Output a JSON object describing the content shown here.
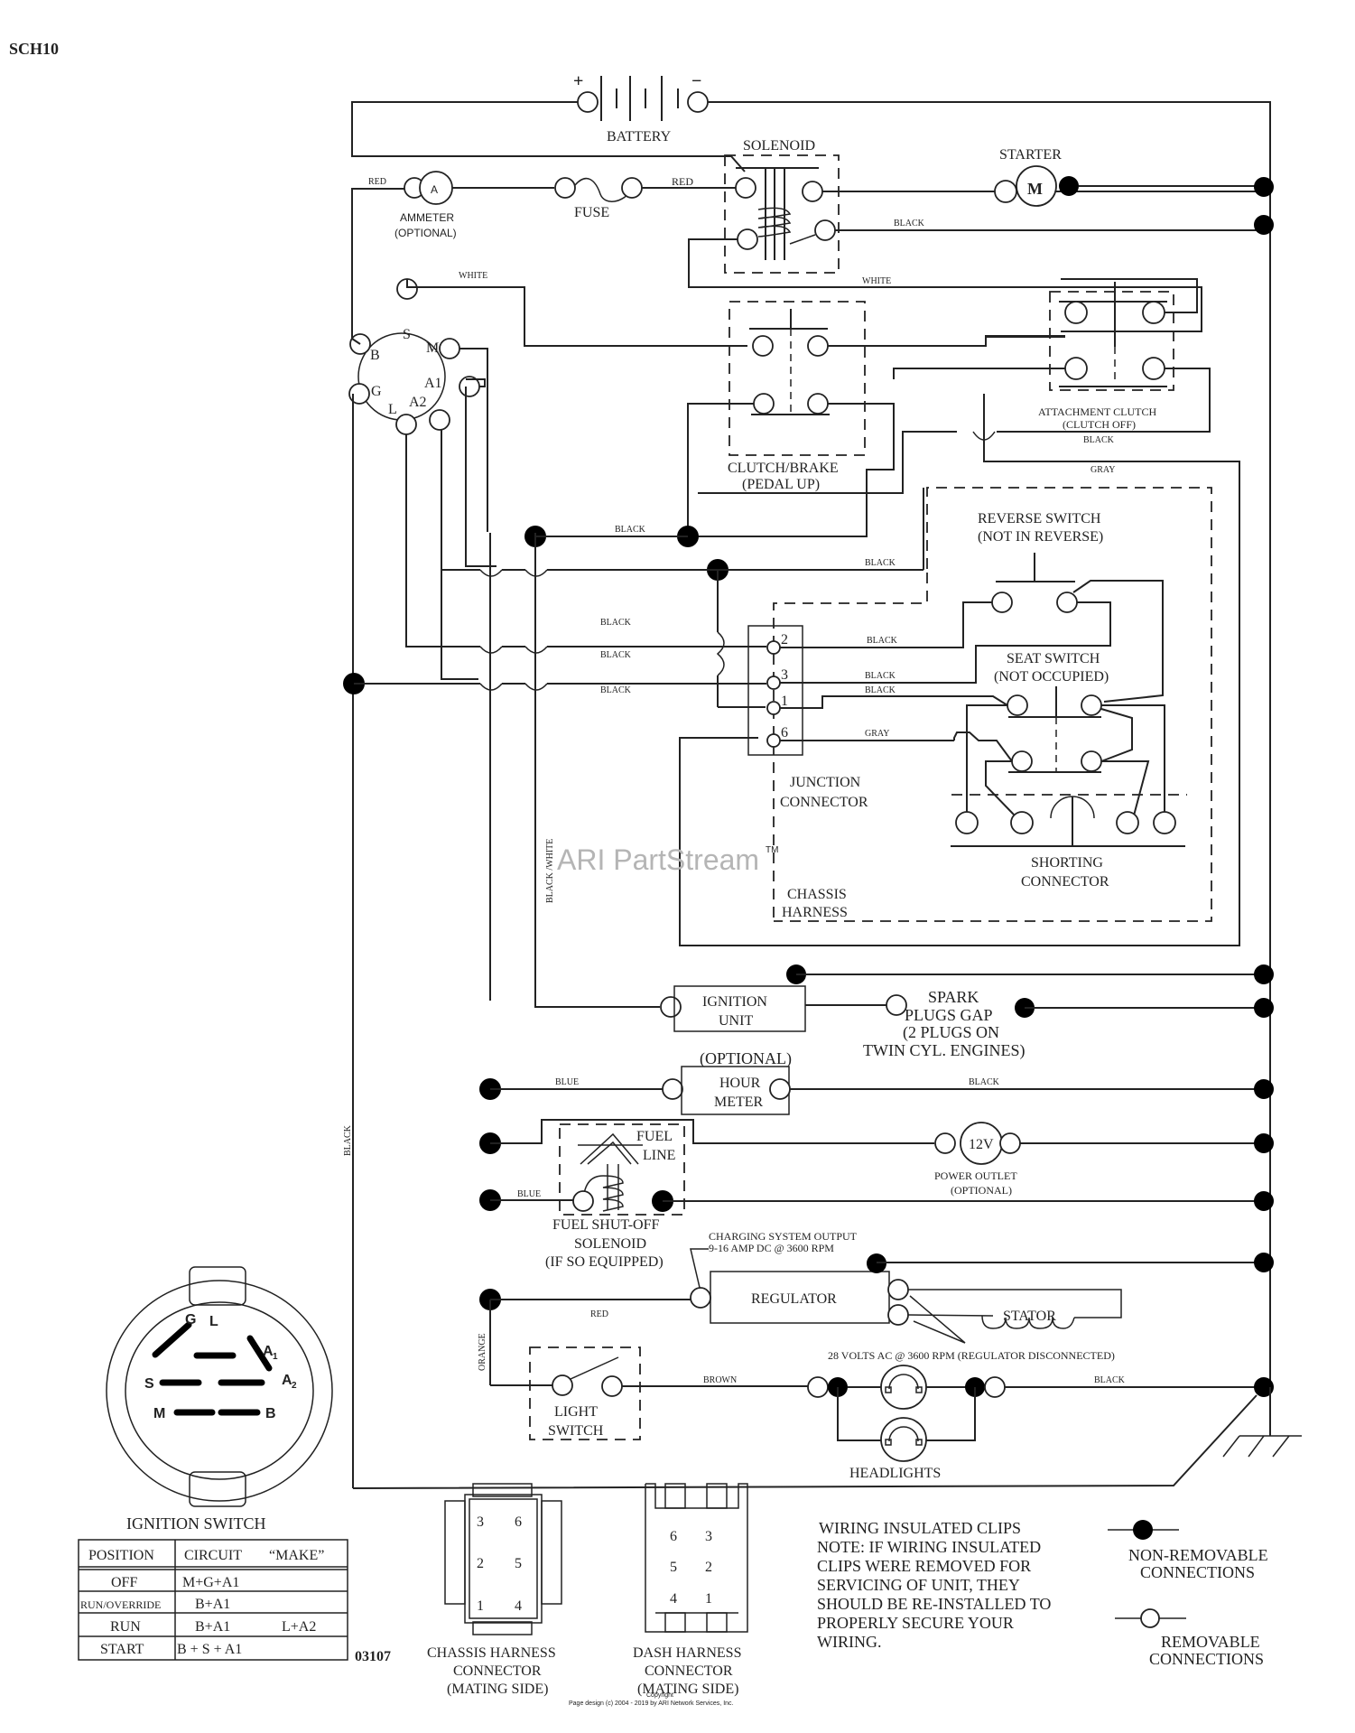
{
  "page": {
    "code": "SCH10",
    "drawing_number": "03107",
    "watermark": "ARI PartStream",
    "watermark_tm": "TM",
    "copyright_line1": "Copyright",
    "copyright_line2": "Page design (c) 2004 - 2019 by ARI Network Services, Inc."
  },
  "components": {
    "battery": {
      "label": "BATTERY",
      "plus": "+",
      "minus": "−"
    },
    "solenoid": {
      "label": "SOLENOID"
    },
    "starter": {
      "label": "STARTER",
      "symbol": "M"
    },
    "ammeter": {
      "label": "AMMETER",
      "sub": "(OPTIONAL)",
      "symbol": "A"
    },
    "fuse": {
      "label": "FUSE"
    },
    "ignition_switch_terminals": {
      "S": "S",
      "B": "B",
      "M": "M",
      "A1": "A1",
      "G": "G",
      "L": "L",
      "A2": "A2"
    },
    "clutch_brake": {
      "label": "CLUTCH/BRAKE",
      "sub": "(PEDAL UP)"
    },
    "attachment_clutch": {
      "label": "ATTACHMENT CLUTCH",
      "sub": "(CLUTCH OFF)"
    },
    "reverse_switch": {
      "label": "REVERSE SWITCH",
      "sub": "(NOT IN REVERSE)"
    },
    "seat_switch": {
      "label": "SEAT SWITCH",
      "sub": "(NOT OCCUPIED)"
    },
    "junction_connector": {
      "label": "JUNCTION",
      "sub": "CONNECTOR",
      "pins": [
        "2",
        "3",
        "1",
        "6"
      ]
    },
    "shorting_connector": {
      "label": "SHORTING",
      "sub": "CONNECTOR"
    },
    "chassis_harness": {
      "label": "CHASSIS",
      "sub": "HARNESS"
    },
    "ignition_unit": {
      "label": "IGNITION",
      "sub": "UNIT"
    },
    "spark_plugs": {
      "line1": "SPARK",
      "line2": "PLUGS GAP",
      "line3": "(2 PLUGS ON",
      "line4": "TWIN CYL. ENGINES)"
    },
    "hour_meter": {
      "optional": "(OPTIONAL)",
      "label": "HOUR",
      "sub": "METER"
    },
    "fuel_solenoid": {
      "fuel": "FUEL",
      "line": "LINE",
      "label": "FUEL SHUT-OFF",
      "sub": "SOLENOID",
      "sub2": "(IF SO EQUIPPED)"
    },
    "power_outlet": {
      "symbol": "12V",
      "label": "POWER OUTLET",
      "sub": "(OPTIONAL)"
    },
    "regulator": {
      "label": "REGULATOR",
      "note1": "CHARGING SYSTEM OUTPUT",
      "note2": "9-16 AMP DC @ 3600 RPM"
    },
    "stator": {
      "label": "STATOR",
      "note": "28 VOLTS AC @ 3600 RPM (REGULATOR DISCONNECTED)"
    },
    "light_switch": {
      "label": "LIGHT",
      "sub": "SWITCH"
    },
    "headlights": {
      "label": "HEADLIGHTS"
    }
  },
  "wires": {
    "red_ammeter": "RED",
    "red_fuse": "RED",
    "black_solenoid": "BLACK",
    "white_left": "WHITE",
    "white_right": "WHITE",
    "black_attach": "BLACK",
    "gray_top": "GRAY",
    "black_clutch": "BLACK",
    "black_mid": "BLACK",
    "black_l1": "BLACK",
    "black_l2": "BLACK",
    "black_l3": "BLACK",
    "black_r2": "BLACK",
    "black_r3": "BLACK",
    "black_r1": "BLACK",
    "gray_r6": "GRAY",
    "black_white_vertical": "BLACK /WHITE",
    "blue_hour": "BLUE",
    "black_hour": "BLACK",
    "blue_fuel": "BLUE",
    "red_regulator": "RED",
    "brown": "BROWN",
    "black_headlights": "BLACK",
    "orange": "ORANGE",
    "black_vertical": "BLACK"
  },
  "ignition_switch": {
    "title": "IGNITION SWITCH",
    "face_labels": {
      "G": "G",
      "L": "L",
      "A1": "A",
      "A1_sub": "1",
      "A2": "A",
      "A2_sub": "2",
      "S": "S",
      "M": "M",
      "B": "B"
    },
    "table": {
      "headers": [
        "POSITION",
        "CIRCUIT",
        "“MAKE”"
      ],
      "rows": [
        {
          "position": "OFF",
          "circuit": "M+G+A1",
          "extra": ""
        },
        {
          "position": "RUN/OVERRIDE",
          "circuit": "B+A1",
          "extra": ""
        },
        {
          "position": "RUN",
          "circuit": "B+A1",
          "extra": "L+A2"
        },
        {
          "position": "START",
          "circuit": "B + S + A1",
          "extra": ""
        }
      ]
    }
  },
  "connectors": {
    "chassis": {
      "title1": "CHASSIS HARNESS",
      "title2": "CONNECTOR",
      "title3": "(MATING SIDE)",
      "pins": [
        "3",
        "6",
        "2",
        "5",
        "1",
        "4"
      ]
    },
    "dash": {
      "title1": "DASH HARNESS",
      "title2": "CONNECTOR",
      "title3": "(MATING SIDE)",
      "pins": [
        "6",
        "3",
        "5",
        "2",
        "4",
        "1"
      ]
    }
  },
  "note": {
    "title": "WIRING INSULATED CLIPS",
    "lines": [
      "NOTE:  IF WIRING INSULATED",
      "CLIPS WERE REMOVED FOR",
      "SERVICING OF UNIT, THEY",
      "SHOULD BE RE-INSTALLED TO",
      "PROPERLY SECURE YOUR",
      " WIRING."
    ]
  },
  "legend": {
    "non_removable": {
      "line1": "NON-REMOVABLE",
      "line2": "CONNECTIONS"
    },
    "removable": {
      "line1": "REMOVABLE",
      "line2": "CONNECTIONS"
    }
  }
}
